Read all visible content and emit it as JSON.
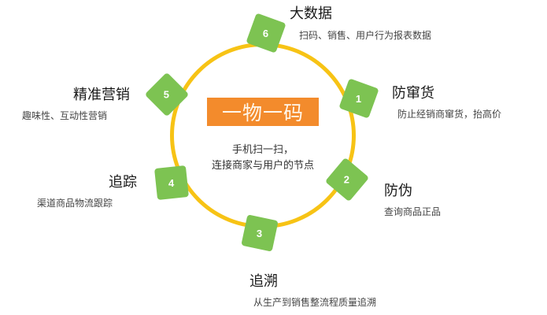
{
  "diagram": {
    "center": {
      "title": "一物一码",
      "line1": "手机扫一扫，",
      "line2": "连接商家与用户的节点"
    },
    "colors": {
      "ring": "#f7c315",
      "badge": "#7dc352",
      "center_box": "#f38b2c"
    },
    "nodes": [
      {
        "number": "1",
        "title": "防窜货",
        "desc": "防止经销商窜货，抬高价"
      },
      {
        "number": "2",
        "title": "防伪",
        "desc": "查询商品正品"
      },
      {
        "number": "3",
        "title": "追溯",
        "desc": "从生产到销售整流程质量追溯"
      },
      {
        "number": "4",
        "title": "追踪",
        "desc": "渠道商品物流跟踪"
      },
      {
        "number": "5",
        "title": "精准营销",
        "desc": "趣味性、互动性营销"
      },
      {
        "number": "6",
        "title": "大数据",
        "desc": "扫码、销售、用户行为报表数据"
      }
    ]
  }
}
